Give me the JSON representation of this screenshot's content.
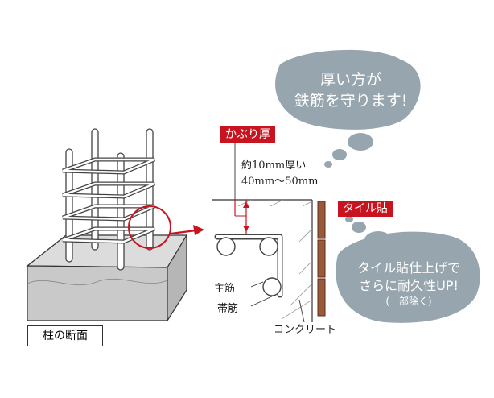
{
  "labels": {
    "column_section": "柱の断面",
    "cover": "かぶり厚",
    "thickness_line1": "約10mm厚い",
    "thickness_line2": "40mm〜50mm",
    "tile_finish": "タイル貼",
    "main_rebar": "主筋",
    "hoop_rebar": "帯筋",
    "concrete": "コンクリート"
  },
  "bubbles": {
    "top_line1": "厚い方が",
    "top_line2": "鉄筋を守ります!",
    "bottom_line1": "タイル貼仕上げで",
    "bottom_line2": "さらに耐久性UP!",
    "bottom_note": "(一部除く)"
  },
  "colors": {
    "accent_red": "#c8141e",
    "bubble_fill": "#97a5ae",
    "tile_brown": "#9a5a3a",
    "concrete_gray": "#cfcfcf"
  }
}
